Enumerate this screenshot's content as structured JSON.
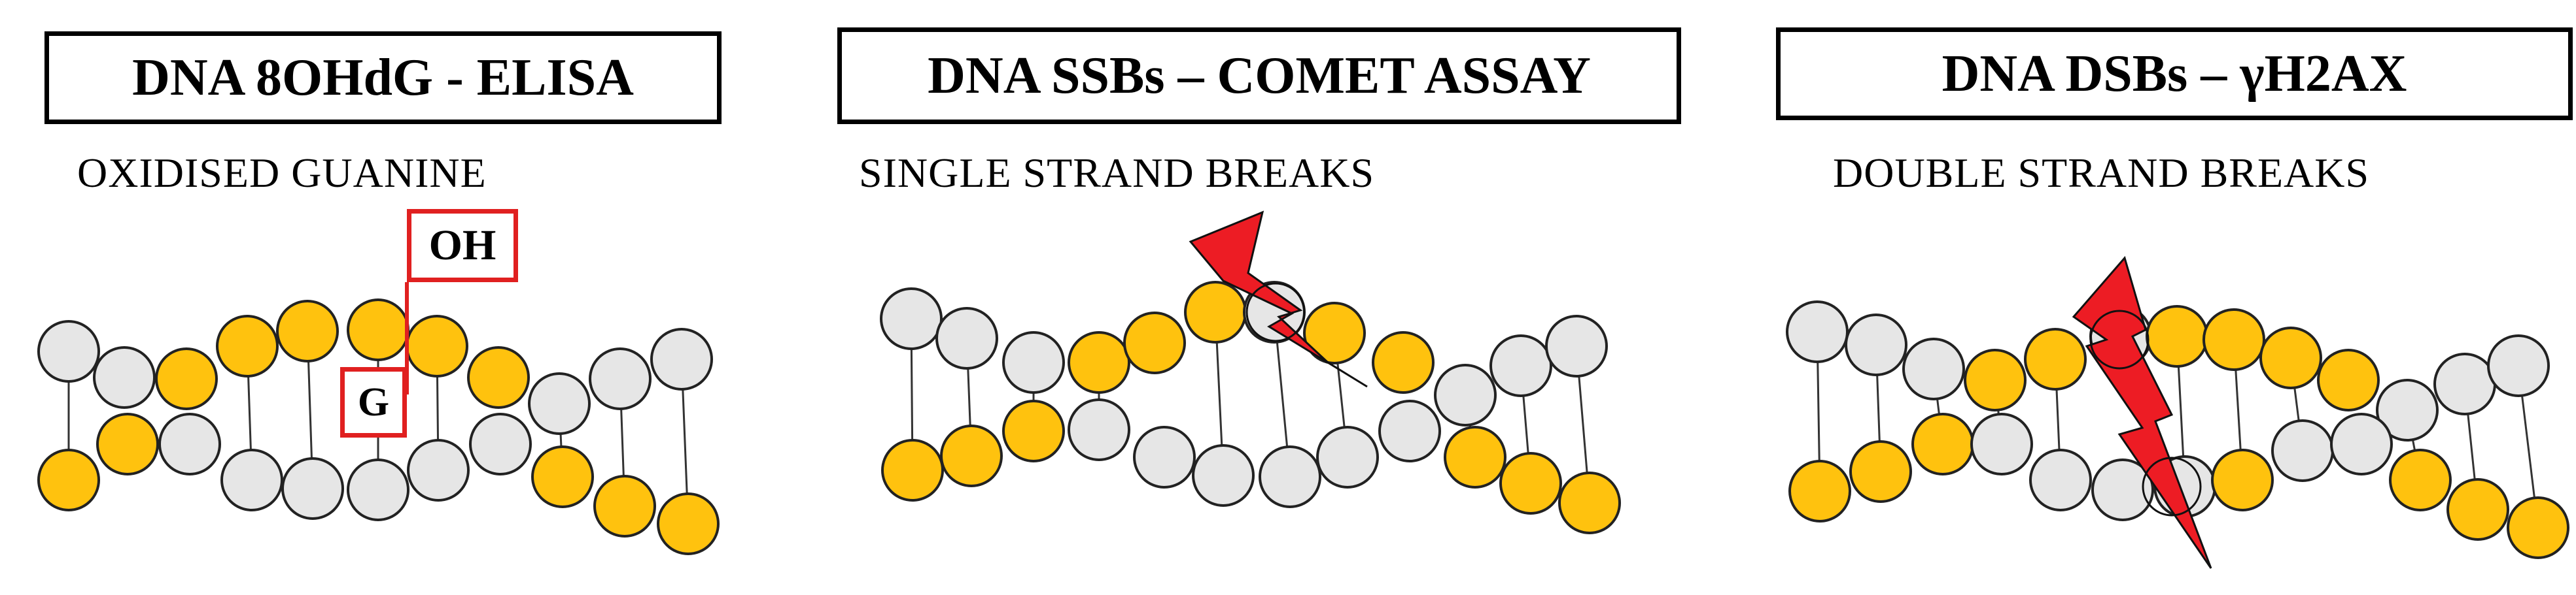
{
  "panels": [
    {
      "id": "p1",
      "title": "DNA 8OHdG  - ELISA",
      "subtitle": "OXIDISED GUANINE",
      "oh_label": "OH",
      "g_label": "G"
    },
    {
      "id": "p2",
      "title": "DNA SSBs – COMET ASSAY",
      "subtitle": "SINGLE STRAND BREAKS"
    },
    {
      "id": "p3",
      "title": "DNA DSBs – γH2AX",
      "subtitle": "DOUBLE STRAND BREAKS"
    }
  ],
  "colors": {
    "gold": "#ffc20e",
    "grey": "#e6e6e6",
    "outline": "#222222",
    "lightning": "#ed1c24",
    "label_border": "#e02020"
  }
}
